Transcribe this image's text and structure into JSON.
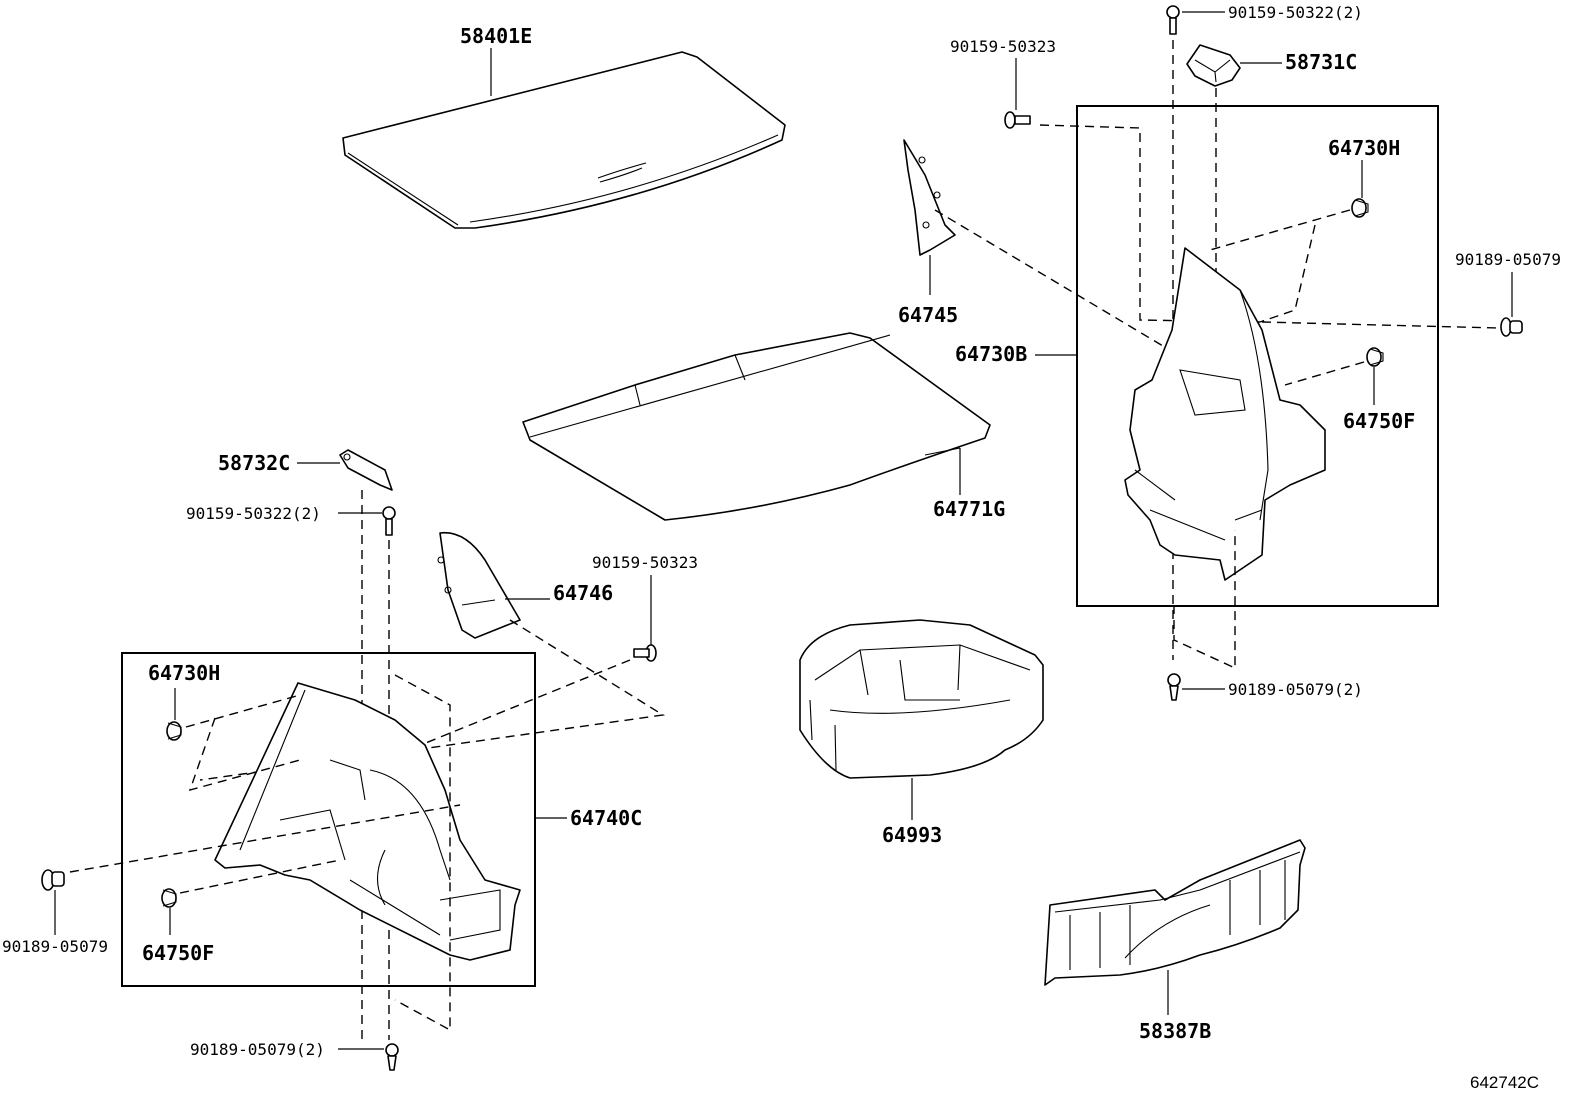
{
  "diagram": {
    "reference_code": "642742C",
    "callouts": {
      "tonneau_cover": "58401E",
      "deck_board": "64771G",
      "trim_tray": "64993",
      "rear_sill_plate": "58387B",
      "cover_right": "58731C",
      "trim_right": "64730B",
      "trim_left": "64740C",
      "trim_cover_left": "64746",
      "trim_cover_right": "64745",
      "bracket_left": "58732C",
      "clip_h_right": "64730H",
      "clip_h_left": "64730H",
      "clip_f_right": "64750F",
      "clip_f_left": "64750F",
      "screw_top_right": "90159-50322(2)",
      "screw_mid_left": "90159-50322(2)",
      "screw_right_side": "90159-50323",
      "screw_left_side": "90159-50323",
      "rivet_right_far": "90189-05079",
      "rivet_right_bottom": "90189-05079(2)",
      "rivet_left_far": "90189-05079",
      "rivet_left_bottom": "90189-05079(2)"
    }
  }
}
